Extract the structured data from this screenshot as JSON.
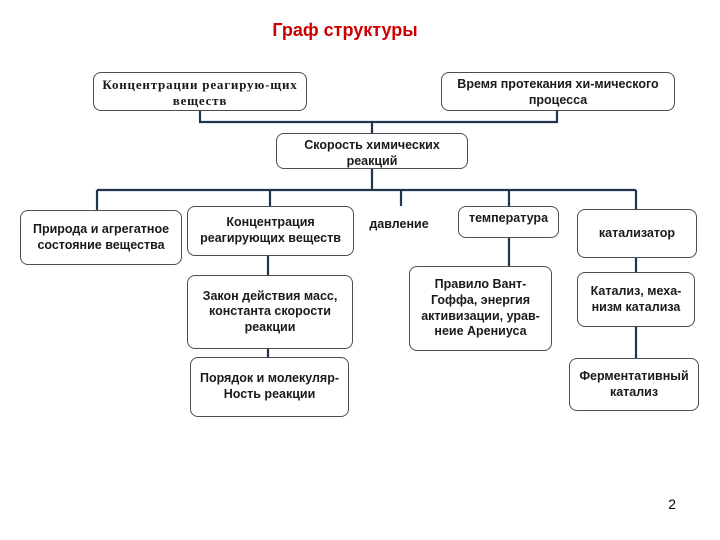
{
  "title": "Граф структуры",
  "page_number": "2",
  "colors": {
    "title": "#cc0000",
    "lines": "#1f3550",
    "border": "#4d4d4d"
  },
  "nodes": {
    "concentration_top": "Концентрации реагирую-щих веществ",
    "time": "Время протекания хи-мического процесса",
    "rate": "Скорость химических реакций",
    "nature": "Природа и агрегатное состояние вещества",
    "concentration": "Концентрация реагирующих веществ",
    "pressure": "давление",
    "temperature": "температура",
    "catalyst": "катализатор",
    "mass_action_law": "Закон действия масс, константа скорости реакции",
    "vant_hoff": "Правило Вант-Гоффа, энергия активизации, урав-неие Арениуса",
    "catalysis": "Катализ, меха-низм катализа",
    "order": "Порядок и молекуляр-Ность реакции",
    "enzymatic": "Ферментативный катализ"
  }
}
